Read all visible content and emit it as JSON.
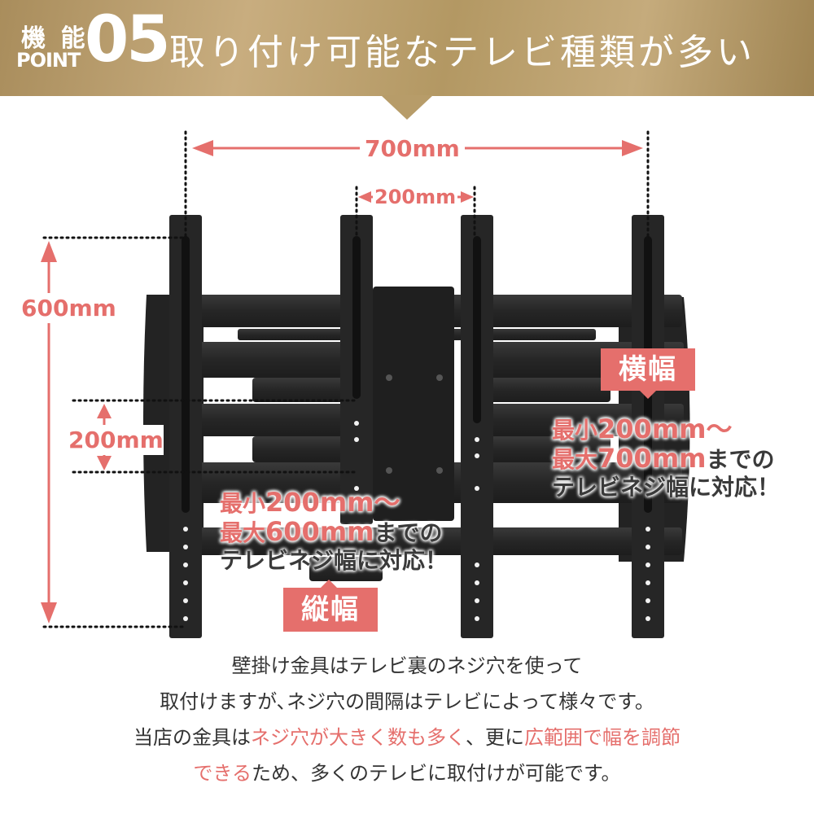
{
  "banner": {
    "label_kinou": "機 能",
    "label_point": "POINT",
    "number": "05",
    "title": "取り付け可能なテレビ種類が多い"
  },
  "dimensions": {
    "total_width": "700mm",
    "pitch_width": "200mm",
    "total_height": "600mm",
    "pitch_height": "200mm"
  },
  "vertical_callout": {
    "tag": "縦幅",
    "min_prefix": "最小",
    "min_value": "200mm〜",
    "max_prefix": "最大",
    "max_value": "600mm",
    "max_suffix": "までの",
    "line3": "テレビネジ幅に対応！"
  },
  "horizontal_callout": {
    "tag": "横幅",
    "min_prefix": "最小",
    "min_value": "200mm〜",
    "max_prefix": "最大",
    "max_value": "700mm",
    "max_suffix": "までの",
    "line3": "テレビネジ幅に対応！"
  },
  "description": {
    "line1": "壁掛け金具はテレビ裏のネジ穴を使って",
    "line2": "取付けますが､ネジ穴の間隔はテレビによって様々です。",
    "line3_a": "当店の金具は",
    "line3_b": "ネジ穴が大きく数も多く",
    "line3_c": "、更に",
    "line3_d": "広範囲で幅を調節",
    "line4_a": "できる",
    "line4_b": "ため、多くのテレビに取付けが可能です。"
  },
  "colors": {
    "accent": "#e56f6c",
    "banner_gold": "#b79c69",
    "bracket": "#2b2b2b"
  }
}
